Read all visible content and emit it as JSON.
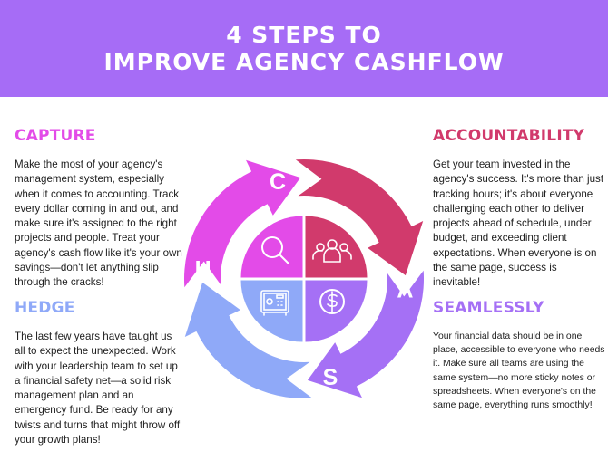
{
  "header": {
    "title_line1": "4 STEPS TO",
    "title_line2": "IMPROVE AGENCY CASHFLOW"
  },
  "colors": {
    "header": "#a66cf6",
    "capture": "#e34be8",
    "accountability": "#d13a6c",
    "hedge": "#8fa9f8",
    "seamlessly": "#a570f5"
  },
  "sections": {
    "capture": {
      "title": "CAPTURE",
      "body": "Make the most of your agency's management system, especially when it comes to accounting. Track every dollar coming in and out, and make sure it's assigned to the right projects and people. Treat your agency's cash flow like it's your own savings—don't let anything slip through the cracks!"
    },
    "hedge": {
      "title": "HEDGE",
      "body": "The last few years have taught us all to expect the unexpected. Work with your leadership team to set up a financial safety net—a solid risk management plan and an emergency fund. Be ready for any twists and turns that might throw off your growth plans!"
    },
    "accountability": {
      "title": "ACCOUNTABILITY",
      "body": "Get your team invested in the agency's success. It's more than just tracking hours; it's about everyone challenging each other to deliver projects ahead of schedule, under budget, and exceeding client expectations. When everyone is on the same page, success is inevitable!"
    },
    "seamlessly": {
      "title": "SEAMLESSLY",
      "body": "Your financial data should be in one place, accessible to everyone who needs it. Make sure all teams are using the same system—no more sticky notes or spreadsheets. When everyone's on the same page, everything runs smoothly!"
    }
  },
  "diagram": {
    "letters": {
      "c": "C",
      "a": "A",
      "s": "S",
      "h": "H"
    },
    "icons": {
      "capture": "search-icon",
      "accountability": "team-icon",
      "seamlessly": "dollar-icon",
      "hedge": "safe-icon"
    }
  }
}
